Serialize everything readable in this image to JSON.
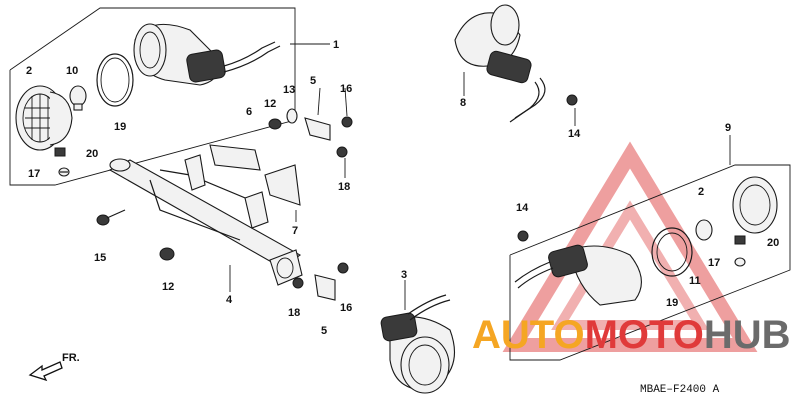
{
  "diagram": {
    "code": "MBAE–F2400 A",
    "front_label": "FR.",
    "part_labels": [
      {
        "id": "l1",
        "text": "1"
      },
      {
        "id": "l2a",
        "text": "2"
      },
      {
        "id": "l10",
        "text": "10"
      },
      {
        "id": "l19a",
        "text": "19"
      },
      {
        "id": "l20a",
        "text": "20"
      },
      {
        "id": "l17a",
        "text": "17"
      },
      {
        "id": "l12a",
        "text": "12"
      },
      {
        "id": "l13",
        "text": "13"
      },
      {
        "id": "l6",
        "text": "6"
      },
      {
        "id": "l5a",
        "text": "5"
      },
      {
        "id": "l16a",
        "text": "16"
      },
      {
        "id": "l18a",
        "text": "18"
      },
      {
        "id": "l7",
        "text": "7"
      },
      {
        "id": "l15",
        "text": "15"
      },
      {
        "id": "l12b",
        "text": "12"
      },
      {
        "id": "l4",
        "text": "4"
      },
      {
        "id": "l18b",
        "text": "18"
      },
      {
        "id": "l5b",
        "text": "5"
      },
      {
        "id": "l16b",
        "text": "16"
      },
      {
        "id": "l3",
        "text": "3"
      },
      {
        "id": "l8",
        "text": "8"
      },
      {
        "id": "l14a",
        "text": "14"
      },
      {
        "id": "l9",
        "text": "9"
      },
      {
        "id": "l2b",
        "text": "2"
      },
      {
        "id": "l20b",
        "text": "20"
      },
      {
        "id": "l17b",
        "text": "17"
      },
      {
        "id": "l11",
        "text": "11"
      },
      {
        "id": "l19b",
        "text": "19"
      },
      {
        "id": "l14b",
        "text": "14"
      }
    ]
  },
  "watermark": {
    "part1": "AUTO",
    "part2": "MOTO",
    "part3": "HUB",
    "color_orange": "#f5a623",
    "color_red": "#e03a3a",
    "color_gray": "#6b6b6b"
  }
}
